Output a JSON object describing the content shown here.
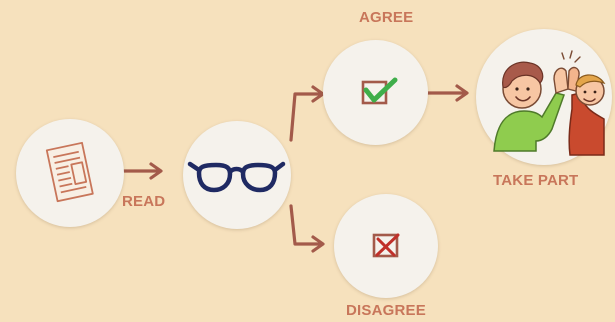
{
  "steps": {
    "read": "READ",
    "agree": "AGREE",
    "disagree": "DISAGREE",
    "take_part": "TAKE PART"
  },
  "icons": {
    "document": "document-icon",
    "glasses": "glasses-icon",
    "agree": "checkbox-checked-icon",
    "disagree": "checkbox-crossed-icon",
    "take_part": "high-five-people-icon"
  },
  "colors": {
    "background": "#f6e1bd",
    "label": "#c8765a",
    "arrow": "#a35a4a",
    "circle": "#f5f2ec",
    "check": "#3fae4a",
    "cross": "#c0302a",
    "glasses": "#1f2a63"
  }
}
